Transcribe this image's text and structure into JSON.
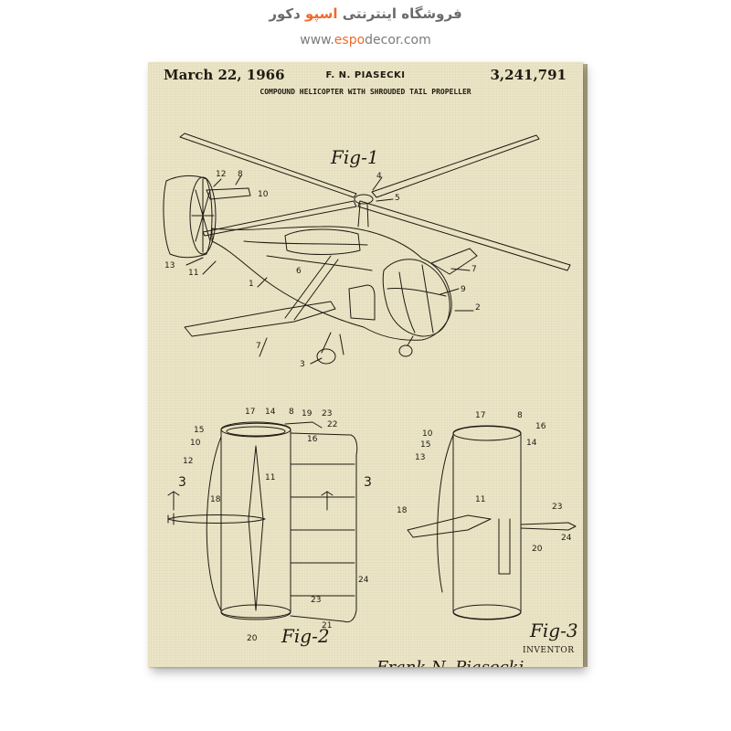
{
  "store": {
    "name_part1": "فروشگاه اینترنتی",
    "name_accent": "اسپو",
    "name_part2": "دکور",
    "url_prefix": "www.",
    "url_accent": "espo",
    "url_suffix": "decor.com"
  },
  "patent": {
    "date": "March 22, 1966",
    "inventor_header": "F. N. PIASECKI",
    "number": "3,241,791",
    "title": "COMPOUND HELICOPTER WITH SHROUDED TAIL PROPELLER",
    "fig1": "Fig-1",
    "fig2": "Fig-2",
    "fig3": "Fig-3",
    "inventor_label": "INVENTOR",
    "signature": "Frank N. Piasecki",
    "section_mark": "3"
  },
  "refs_fig1": [
    "12",
    "8",
    "10",
    "4",
    "5",
    "13",
    "11",
    "6",
    "1",
    "7",
    "9",
    "2",
    "7",
    "3"
  ],
  "refs_fig2": [
    "17",
    "14",
    "8",
    "19",
    "23",
    "15",
    "22",
    "10",
    "16",
    "12",
    "11",
    "18",
    "24",
    "23",
    "21",
    "20"
  ],
  "refs_fig3": [
    "17",
    "8",
    "10",
    "16",
    "15",
    "14",
    "13",
    "11",
    "18",
    "23",
    "24",
    "20"
  ],
  "colors": {
    "paper": "#ebe4c6",
    "ink": "#1f1a12",
    "accent": "#ef6a2a"
  }
}
